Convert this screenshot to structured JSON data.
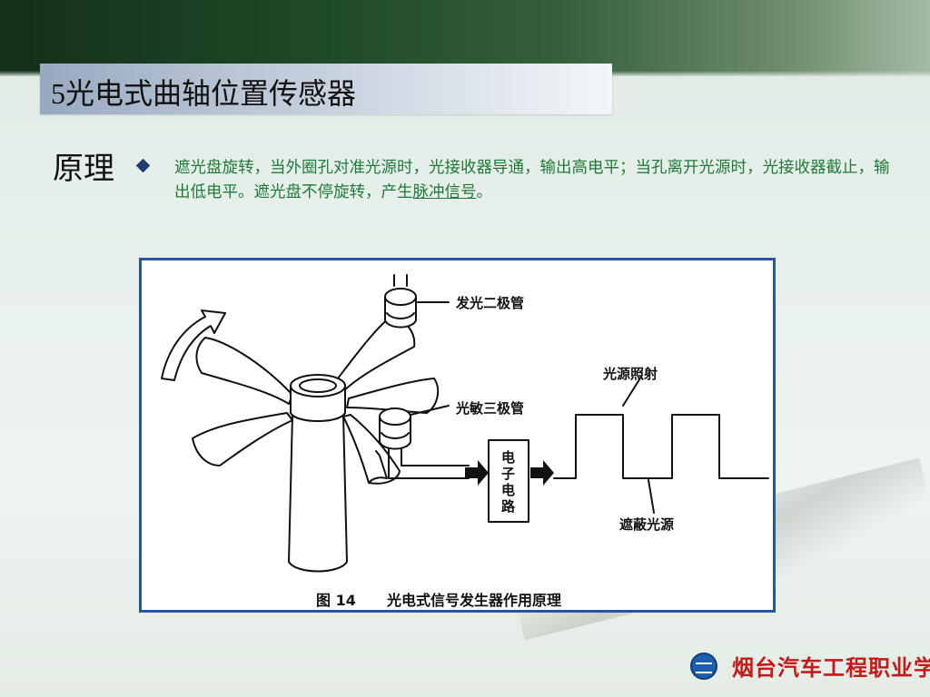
{
  "slide": {
    "title_num": "5",
    "title_text": "光电式曲轴位置传感器",
    "section_label": "原理",
    "body_before_link": "遮光盘旋转，当外圈孔对准光源时，光接收器导通，输出高电平；当孔离开光源时，光接收器截止，输出低电平。遮光盘不停旋转，产生",
    "body_link": "脉冲信号",
    "body_after_link": "。"
  },
  "figure": {
    "label_led": "发光二极管",
    "label_phototransistor": "光敏三极管",
    "label_circuit_1": "电",
    "label_circuit_2": "子",
    "label_circuit_3": "电",
    "label_circuit_4": "路",
    "label_light_on": "光源照射",
    "label_light_off": "遮蔽光源",
    "caption_num": "图 14",
    "caption_text": "光电式信号发生器作用原理"
  },
  "footer": {
    "school_name": "烟台汽车工程职业学院"
  },
  "colors": {
    "body_text": "#1f7a3a",
    "frame_border": "#2456a4",
    "school_name": "#c41a1a",
    "bullet": "#1f3d6e"
  }
}
